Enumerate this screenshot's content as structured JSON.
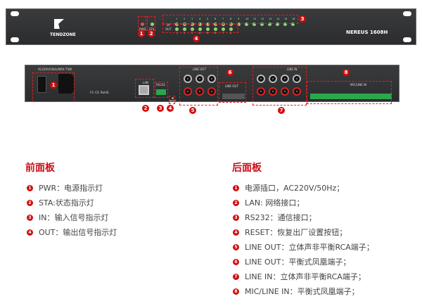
{
  "front_panel": {
    "brand": "TENDZONE",
    "model": "NEREUS 1608H",
    "pwr_label": "PWR",
    "sta_label": "STA",
    "in_label": "IN",
    "out_label": "OUT",
    "in_count": 16,
    "out_count": 8,
    "badges": [
      "1",
      "2",
      "3",
      "4"
    ],
    "led_color": "#8fd67a",
    "pwr_led_color": "#e05050"
  },
  "rear_panel": {
    "power_label": "AC220V/50Hz/MAX 75W",
    "cert_label": "FC CE RoHS",
    "lan_label": "LAN",
    "rs232_label": "RS232",
    "reset_label": "RESET",
    "line_out_label": "LINE OUT",
    "balanced_out_label": "LINE OUT",
    "line_in_label": "LINE IN",
    "mic_line_in_label": "MIC/LINE IN",
    "badges": [
      "1",
      "2",
      "3",
      "4",
      "5",
      "6",
      "7",
      "8"
    ]
  },
  "front_section": {
    "title": "前面板",
    "items": [
      {
        "num": "1",
        "text": "PWR：电源指示灯"
      },
      {
        "num": "2",
        "text": "STA:状态指示灯"
      },
      {
        "num": "3",
        "text": "IN：输入信号指示灯"
      },
      {
        "num": "4",
        "text": "OUT：输出信号指示灯"
      }
    ]
  },
  "rear_section": {
    "title": "后面板",
    "items": [
      {
        "num": "1",
        "text": "电源插口，AC220V/50Hz；"
      },
      {
        "num": "2",
        "text": "LAN: 网络接口；"
      },
      {
        "num": "3",
        "text": "RS232：通信接口；"
      },
      {
        "num": "4",
        "text": "RESET：恢复出厂设置按钮；"
      },
      {
        "num": "5",
        "text": "LINE OUT：立体声非平衡RCA端子；"
      },
      {
        "num": "6",
        "text": "LINE OUT：平衡式凤凰端子；"
      },
      {
        "num": "7",
        "text": "LINE IN：立体声非平衡RCA端子；"
      },
      {
        "num": "8",
        "text": "MIC/LINE IN：平衡式凤凰端子；"
      }
    ]
  },
  "accent_color": "#c8101a"
}
